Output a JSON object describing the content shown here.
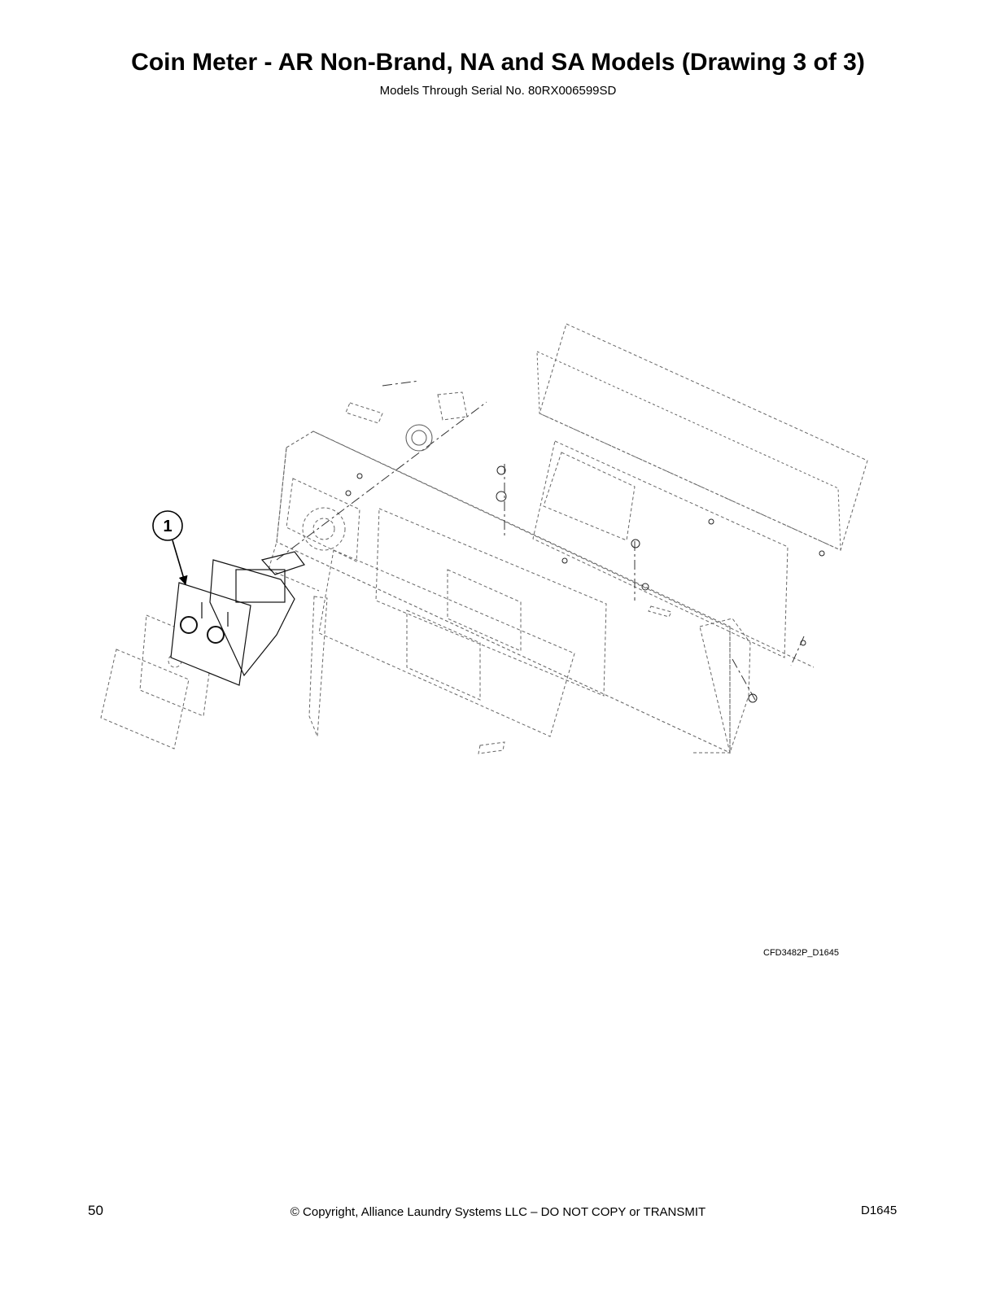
{
  "header": {
    "title": "Coin Meter - AR Non-Brand, NA and SA Models (Drawing 3 of 3)",
    "subtitle": "Models Through Serial No. 80RX006599SD"
  },
  "drawing": {
    "callouts": [
      {
        "label": "1"
      }
    ],
    "drawing_code": "CFD3482P_D1645"
  },
  "footer": {
    "page_number": "50",
    "copyright": "© Copyright, Alliance Laundry Systems LLC – DO NOT COPY or TRANSMIT",
    "doc_code": "D1645"
  }
}
